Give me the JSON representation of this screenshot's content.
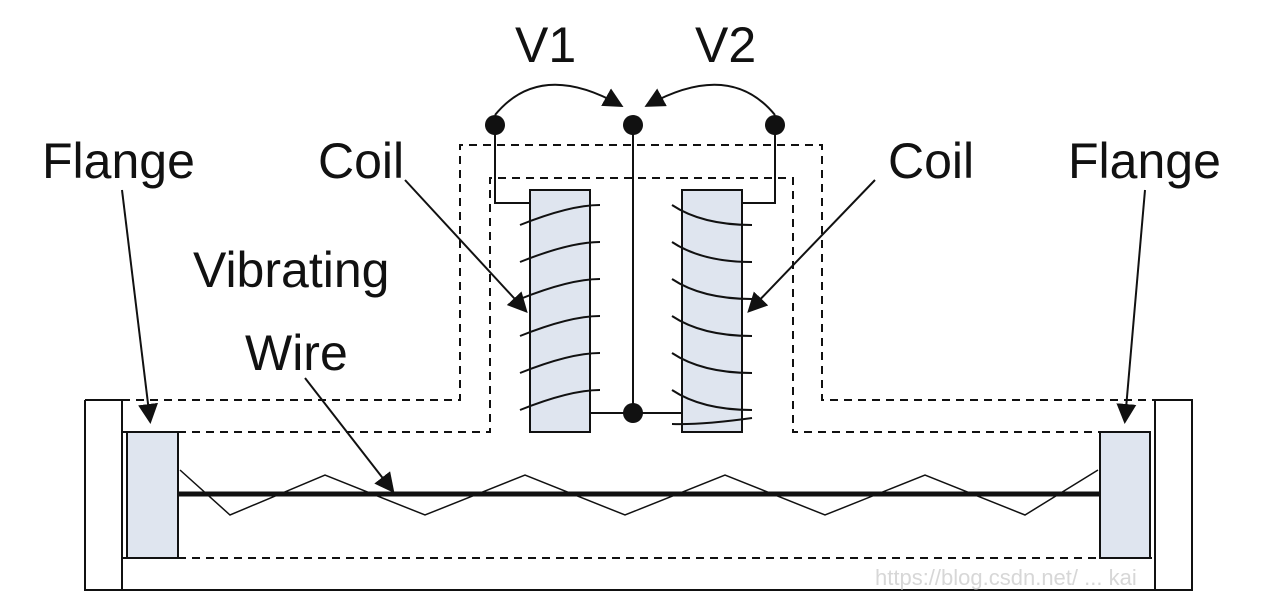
{
  "labels": {
    "v1": "V1",
    "v2": "V2",
    "coil_left": "Coil",
    "coil_right": "Coil",
    "flange_left": "Flange",
    "flange_right": "Flange",
    "vibrating": "Vibrating",
    "wire": "Wire"
  },
  "watermark": "https://blog.csdn.net/ ... kai",
  "colors": {
    "background": "#ffffff",
    "line": "#111111",
    "fill": "#dfe5ef",
    "watermark": "#d7d7d7"
  }
}
